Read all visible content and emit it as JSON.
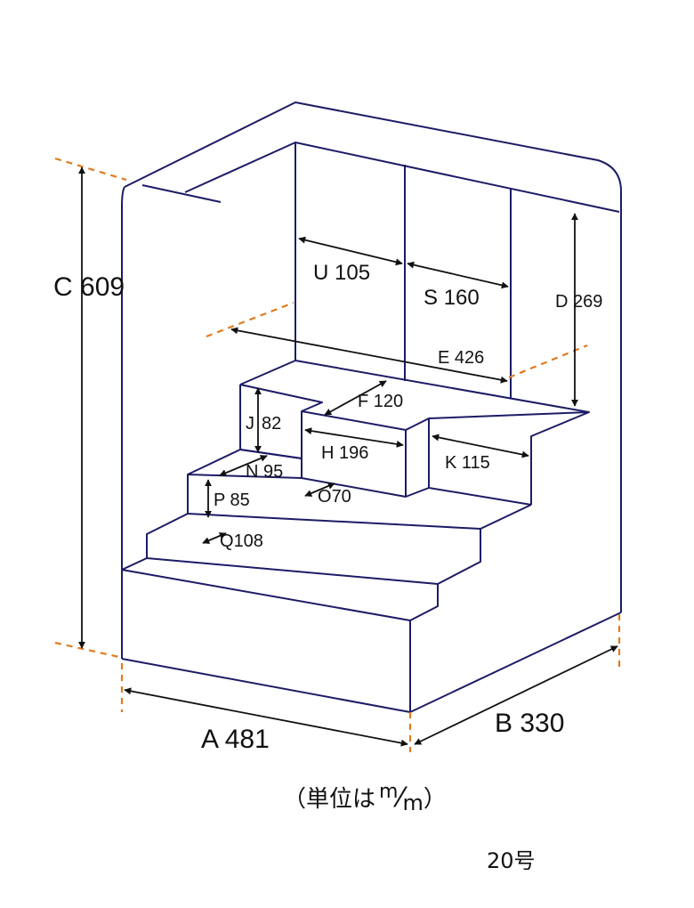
{
  "colors": {
    "outline": "#1c1c66",
    "guide": "#e07a1f",
    "text": "#111111"
  },
  "dimensions": {
    "A": {
      "letter": "A",
      "value": "481"
    },
    "B": {
      "letter": "B",
      "value": "330"
    },
    "C": {
      "letter": "C",
      "value": "609"
    },
    "D": {
      "letter": "D",
      "value": "269"
    },
    "E": {
      "letter": "E",
      "value": "426"
    },
    "F": {
      "letter": "F",
      "value": "120"
    },
    "H": {
      "letter": "H",
      "value": "196"
    },
    "J": {
      "letter": "J",
      "value": "82"
    },
    "K": {
      "letter": "K",
      "value": "115"
    },
    "N": {
      "letter": "N",
      "value": "95"
    },
    "O": {
      "letter": "O",
      "value": "70"
    },
    "P": {
      "letter": "P",
      "value": "85"
    },
    "Q": {
      "letter": "Q",
      "value": "108"
    },
    "S": {
      "letter": "S",
      "value": "160"
    },
    "U": {
      "letter": "U",
      "value": "105"
    }
  },
  "unit_note": {
    "prefix": "（単位は",
    "unit_top": "m",
    "slash": "⁄",
    "unit_bottom": "m",
    "suffix": "）"
  },
  "model_number": "20号"
}
